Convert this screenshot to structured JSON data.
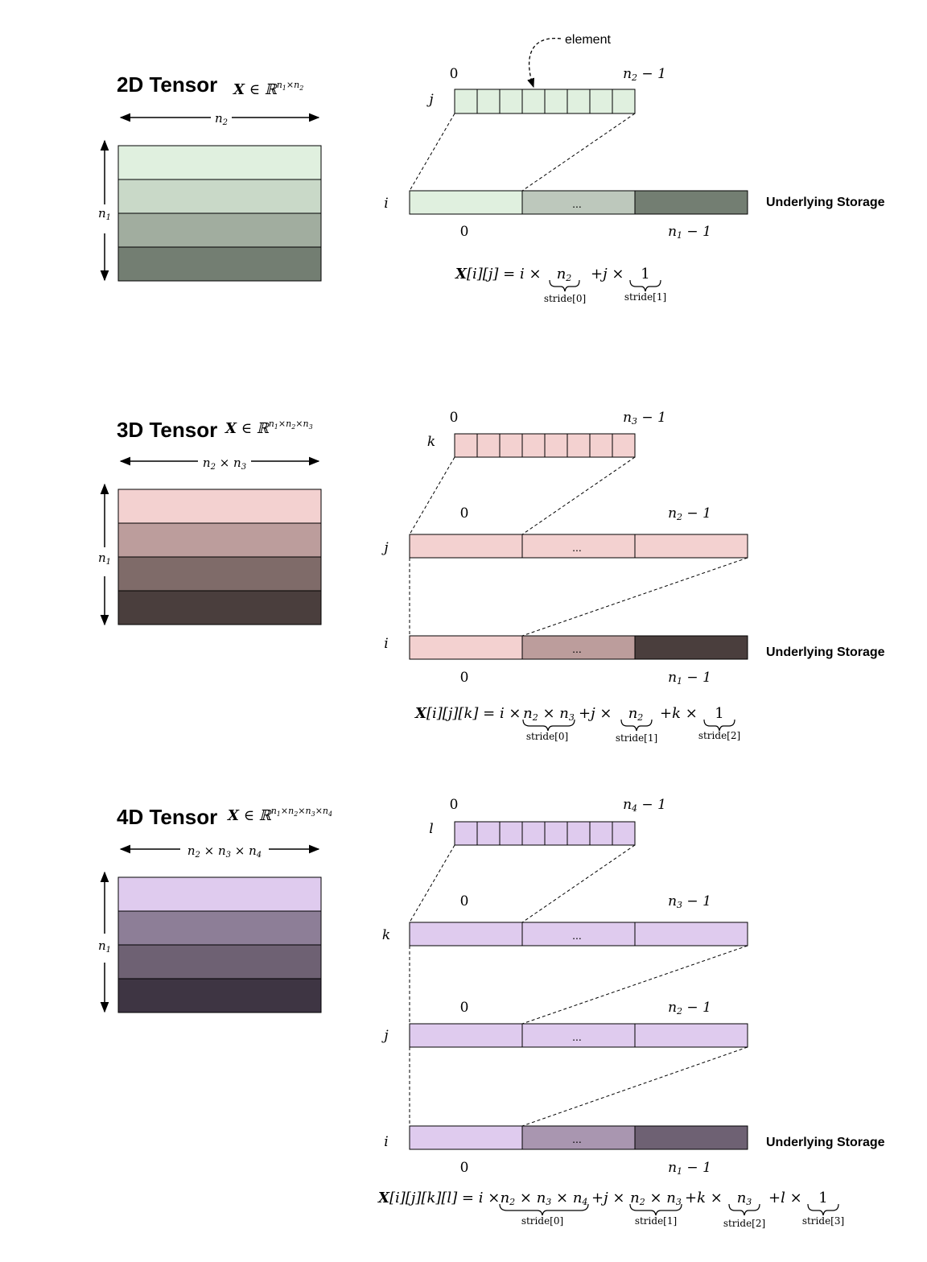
{
  "annotation": {
    "element": "element"
  },
  "storage_label": "Underlying Storage",
  "colors": {
    "green": [
      "#e0f0df",
      "#c9d9c8",
      "#a1ad9f",
      "#737e72"
    ],
    "rose": [
      "#f3d1d0",
      "#bc9d9c",
      "#7f6b69",
      "#4a3e3d"
    ],
    "violet": [
      "#dfcbee",
      "#8d7e97",
      "#6e6173",
      "#3e3543"
    ],
    "green_mid": "#bdc8bc",
    "violet_mid": "#a996b0"
  },
  "panels": [
    {
      "id": "2d",
      "title": "2D Tensor",
      "shape": [
        "n1",
        "n2"
      ],
      "width_label": "n2",
      "height_label": "n1",
      "top_row": {
        "index": "j",
        "start": "0",
        "end": "n2 − 1"
      },
      "rows": [
        {
          "index": "i",
          "start": "0",
          "end": "n1 − 1",
          "ellipsis": "..."
        }
      ],
      "formula": {
        "lhs": "X[i][j] = ",
        "terms": [
          {
            "prefix": "i ×",
            "value": "n2",
            "stride": "stride[0]"
          },
          {
            "prefix": "+j ×",
            "value": "1",
            "stride": "stride[1]"
          }
        ]
      }
    },
    {
      "id": "3d",
      "title": "3D Tensor",
      "shape": [
        "n1",
        "n2",
        "n3"
      ],
      "width_label": "n2 × n3",
      "height_label": "n1",
      "top_row": {
        "index": "k",
        "start": "0",
        "end": "n3 − 1"
      },
      "rows": [
        {
          "index": "j",
          "start": "0",
          "end": "n2 − 1",
          "ellipsis": "..."
        },
        {
          "index": "i",
          "start": "0",
          "end": "n1 − 1",
          "ellipsis": "..."
        }
      ],
      "formula": {
        "lhs": "X[i][j][k] = ",
        "terms": [
          {
            "prefix": "i ×",
            "value": "n2 × n3",
            "stride": "stride[0]"
          },
          {
            "prefix": "+j ×",
            "value": "n2",
            "stride": "stride[1]"
          },
          {
            "prefix": "+k ×",
            "value": "1",
            "stride": "stride[2]"
          }
        ]
      }
    },
    {
      "id": "4d",
      "title": "4D Tensor",
      "shape": [
        "n1",
        "n2",
        "n3",
        "n4"
      ],
      "width_label": "n2 × n3 × n4",
      "height_label": "n1",
      "top_row": {
        "index": "l",
        "start": "0",
        "end": "n4 − 1"
      },
      "rows": [
        {
          "index": "k",
          "start": "0",
          "end": "n3 − 1",
          "ellipsis": "..."
        },
        {
          "index": "j",
          "start": "0",
          "end": "n2 − 1",
          "ellipsis": "..."
        },
        {
          "index": "i",
          "start": "0",
          "end": "n1 − 1",
          "ellipsis": "..."
        }
      ],
      "formula": {
        "lhs": "X[i][j][k][l] = ",
        "terms": [
          {
            "prefix": "i ×",
            "value": "n2 × n3 × n4",
            "stride": "stride[0]"
          },
          {
            "prefix": "+j ×",
            "value": "n2 × n3",
            "stride": "stride[1]"
          },
          {
            "prefix": "+k ×",
            "value": "n3",
            "stride": "stride[2]"
          },
          {
            "prefix": "+l ×",
            "value": "1",
            "stride": "stride[3]"
          }
        ]
      }
    }
  ]
}
